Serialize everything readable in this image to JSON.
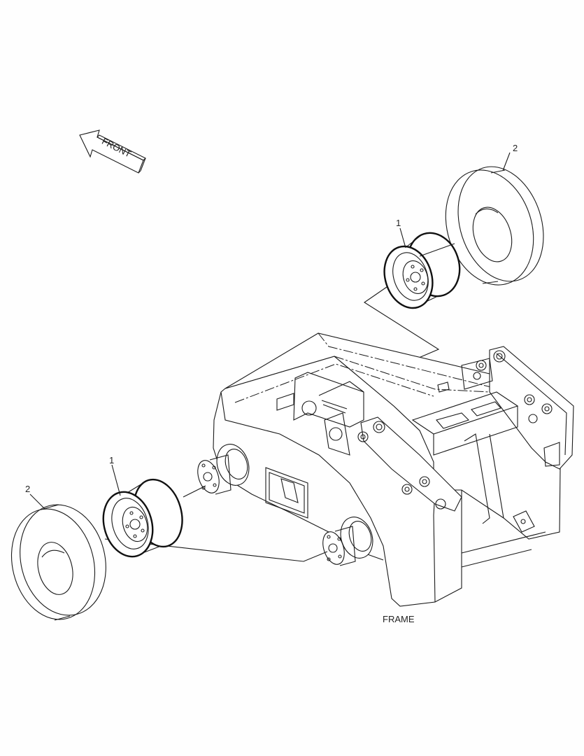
{
  "diagram": {
    "front_arrow_label": "FRONT",
    "frame_label": "FRAME",
    "callouts": {
      "rim_upper": "1",
      "tire_upper": "2",
      "rim_lower": "1",
      "tire_lower": "2"
    }
  },
  "colors": {
    "line": "#1a1a1a",
    "background": "#fefefe"
  }
}
